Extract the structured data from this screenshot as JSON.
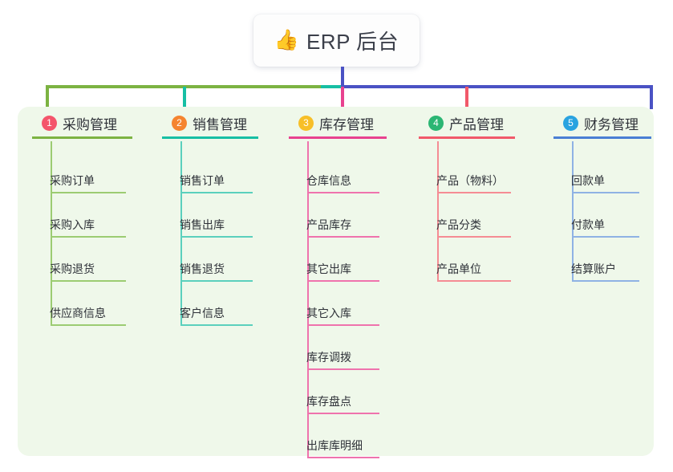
{
  "root": {
    "emoji": "👍",
    "emoji_name": "thumbs-up-icon",
    "title": "ERP 后台"
  },
  "palette": {
    "panel_bg": "#eff8ea",
    "trunk": "#4a52c4",
    "green": "#7cb342",
    "teal": "#17bfa4",
    "pink": "#e8428f",
    "red": "#f1596a",
    "blue": "#4a7fd4",
    "badge_1": "#f4556b",
    "badge_2": "#f5842f",
    "badge_3": "#f7bf28",
    "badge_4": "#2bb673",
    "badge_5": "#29a3e0"
  },
  "columns": [
    {
      "number": "1",
      "title": "采购管理",
      "badge_color": "#f4556b",
      "line_color": "#7cb342",
      "item_line_color": "#9ccc72",
      "rule_width": 125,
      "item_rule_width": 94,
      "items": [
        "采购订单",
        "采购入库",
        "采购退货",
        "供应商信息"
      ]
    },
    {
      "number": "2",
      "title": "销售管理",
      "badge_color": "#f5842f",
      "line_color": "#17bfa4",
      "item_line_color": "#5bd0bd",
      "rule_width": 120,
      "item_rule_width": 90,
      "items": [
        "销售订单",
        "销售出库",
        "销售退货",
        "客户信息"
      ]
    },
    {
      "number": "3",
      "title": "库存管理",
      "badge_color": "#f7bf28",
      "line_color": "#e8428f",
      "item_line_color": "#ef73ad",
      "rule_width": 122,
      "item_rule_width": 90,
      "items": [
        "仓库信息",
        "产品库存",
        "其它出库",
        "其它入库",
        "库存调拨",
        "库存盘点",
        "出库库明细"
      ]
    },
    {
      "number": "4",
      "title": "产品管理",
      "badge_color": "#2bb673",
      "line_color": "#f1596a",
      "item_line_color": "#f58c94",
      "rule_width": 120,
      "item_rule_width": 92,
      "items": [
        "产品（物料）",
        "产品分类",
        "产品单位"
      ]
    },
    {
      "number": "5",
      "title": "财务管理",
      "badge_color": "#29a3e0",
      "line_color": "#4a7fd4",
      "item_line_color": "#8fb2e4",
      "rule_width": 122,
      "item_rule_width": 84,
      "items": [
        "回款单",
        "付款单",
        "结算账户"
      ]
    }
  ]
}
